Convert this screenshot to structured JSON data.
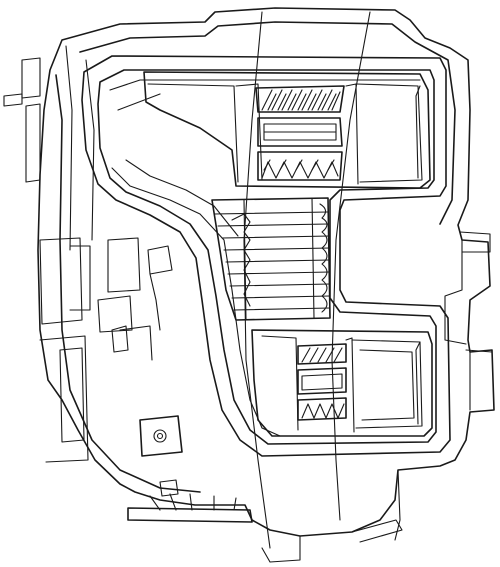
{
  "diagram": {
    "subject": "headlight-assembly-line-drawing",
    "colors": {
      "line": "#1a1a1a",
      "background": "#ffffff"
    },
    "parts": [
      "outer-housing",
      "mounting-tabs",
      "reflector-frame",
      "upper-projector-chamber",
      "upper-lens-array",
      "center-fin-stack",
      "lower-projector-chamber",
      "lower-lens-array",
      "mounting-bracket",
      "bottom-base"
    ]
  }
}
